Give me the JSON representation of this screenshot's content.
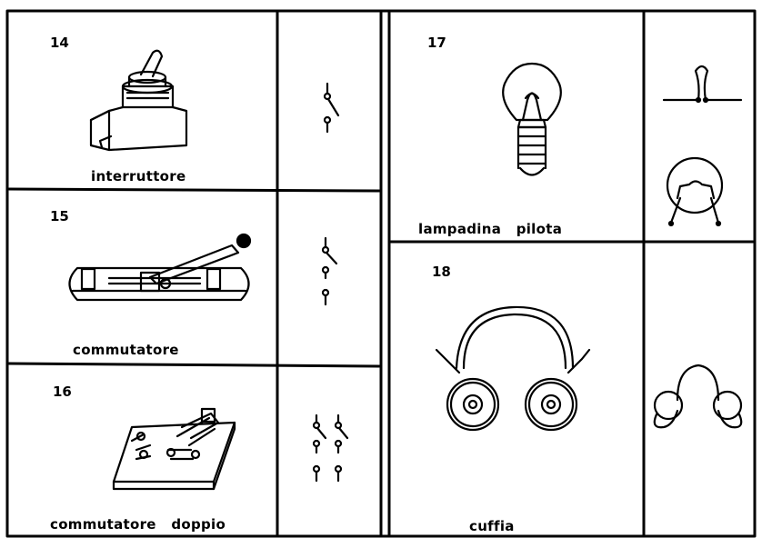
{
  "cells": [
    {
      "number": "14",
      "label": "interruttore"
    },
    {
      "number": "15",
      "label": "commutatore"
    },
    {
      "number": "16",
      "label": "commutatore   doppio"
    },
    {
      "number": "17",
      "label": "lampadina   pilota"
    },
    {
      "number": "18",
      "label": "cuffia"
    }
  ]
}
